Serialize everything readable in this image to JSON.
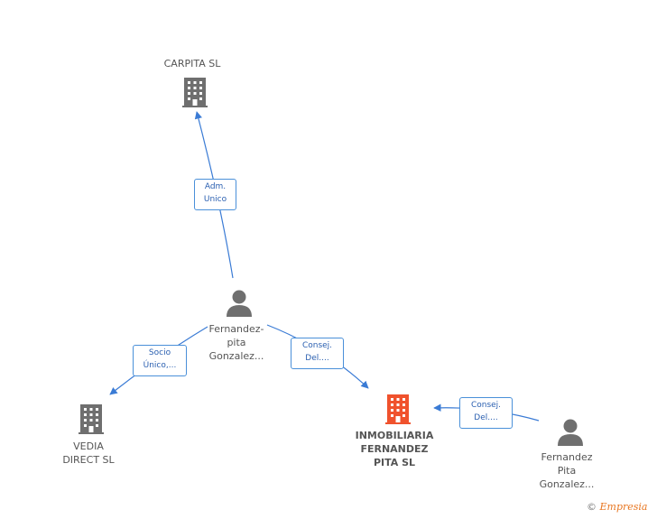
{
  "nodes": {
    "carpita": {
      "label": "CARPITA SL",
      "type": "company",
      "color": "#6f6f6f"
    },
    "vedia": {
      "label": "VEDIA\nDIRECT SL",
      "type": "company",
      "color": "#6f6f6f"
    },
    "inmobiliaria": {
      "label": "INMOBILIARIA\nFERNANDEZ\nPITA SL",
      "type": "company",
      "color": "#f0522d",
      "main": true
    },
    "person1": {
      "label": "Fernandez-\npita\nGonzalez...",
      "type": "person",
      "color": "#6f6f6f"
    },
    "person2": {
      "label": "Fernandez\nPita\nGonzalez...",
      "type": "person",
      "color": "#6f6f6f"
    }
  },
  "edges": {
    "e1": {
      "label": "Adm.\nUnico"
    },
    "e2": {
      "label": "Socio\nÚnico,..."
    },
    "e3": {
      "label": "Consej.\nDel...."
    },
    "e4": {
      "label": "Consej.\nDel...."
    }
  },
  "colors": {
    "edge": "#3a7bd5",
    "edge_label_border": "#4a90d9"
  },
  "watermark": {
    "symbol": "©",
    "brand": "Empresia"
  }
}
